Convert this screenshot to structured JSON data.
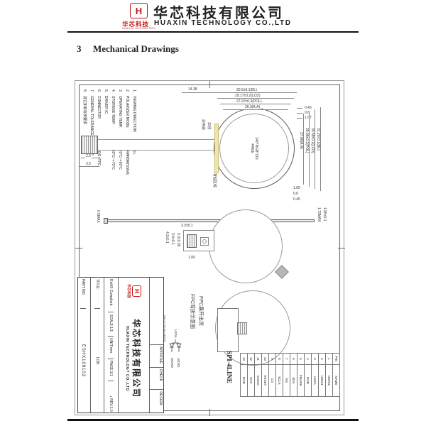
{
  "header": {
    "logo_letter": "H",
    "logo_caption": "华芯科技",
    "logo_tagline": "HUAXIN TECHNOLOGY",
    "company_cn": "华芯科技有限公司",
    "company_en": "HUAXIN TECHNOLOGY CO.,LTD"
  },
  "section": {
    "number": "3",
    "title": "Mechanical Drawings"
  },
  "notes": [
    {
      "no": "1.",
      "label": "VIEWING DIRECTION",
      "sep": ":",
      "value": "ALL"
    },
    {
      "no": "2.",
      "label": "POLARIZER MODE",
      "sep": ":",
      "value": "TRANSMISSIVE"
    },
    {
      "no": "3.",
      "label": "OPERATING TEMP.",
      "sep": ":",
      "value": "-20°C~+60°C"
    },
    {
      "no": "4.",
      "label": "STORAGE TEMP.",
      "sep": ":",
      "value": "-30°C~+70°C"
    },
    {
      "no": "5.",
      "label": "DRIVER IC",
      "sep": ":",
      "value": ""
    },
    {
      "no": "6.",
      "label": "CONNECTOR",
      "sep": ":",
      "value": "COG+FPC"
    },
    {
      "no": "7.",
      "label": "GENERAL TOLERANCE",
      "sep": ":",
      "value": "±0.2"
    },
    {
      "no": "8.",
      "label": "其它如有标准要求.",
      "sep": "",
      "value": ""
    }
  ],
  "front_view": {
    "center_text_line1": "240*RGB*216",
    "center_text_line2": "FREE",
    "top_dims": [
      "30.5±0.1(BL)",
      "29.17±0.2(LCD)",
      "27.97±0.3(POL)",
      "26.3(A.A)"
    ],
    "left_dim": "14.38",
    "right_offset_dims": [
      "0.45",
      "0.6",
      "1.67"
    ],
    "side_dims": [
      "31.29±0.1(BL)",
      "30.58±0.2(LCD)",
      "28.98±0.2(POL)",
      "27.86(A.A)"
    ],
    "bottom_offset_dims": [
      "1.05",
      "0.6",
      "0.45"
    ],
    "fpc_dims": [
      "2.0",
      "3.5"
    ],
    "label_white_base": "白色底",
    "label_white_line": "白线",
    "label_adhesive_area": "背贴区域"
  },
  "side_view": {
    "thickness_dim": "0.5MAX",
    "right_dims": [
      "1.70MAX",
      "1.85±0.1"
    ]
  },
  "back_view": {
    "dim_top": "2.3±0.1",
    "dims_left": [
      "4.2±0.1",
      "3.6±0.1",
      "0.3±0.05"
    ],
    "dim_bottom": "1.00"
  },
  "folded_view": {
    "caption_line1": "FPC弯折示意图",
    "caption_line2": "FPC展开出货"
  },
  "backlight": {
    "title": "LED BACKLIGHT CIRCUIT DIAGRAM",
    "spec": "VF=3.2V IF=40mA",
    "anode": "LEDA",
    "cathode1": "LEDK1",
    "cathode2": "LEDK2"
  },
  "interface_label": "SPI-4LINE",
  "pin_table": {
    "col_pin": "PIN",
    "col_name": "NAME",
    "rows": [
      {
        "pin": "1",
        "name": "LEDK2"
      },
      {
        "pin": "2",
        "name": "LEDK1"
      },
      {
        "pin": "3",
        "name": "LEDA"
      },
      {
        "pin": "4",
        "name": "GND"
      },
      {
        "pin": "5",
        "name": "FMARK"
      },
      {
        "pin": "6",
        "name": "SDA"
      },
      {
        "pin": "7",
        "name": "RS"
      },
      {
        "pin": "8",
        "name": "SCLK"
      },
      {
        "pin": "9",
        "name": "CS"
      },
      {
        "pin": "10",
        "name": "RESET"
      },
      {
        "pin": "11",
        "name": "IOVCC"
      },
      {
        "pin": "12",
        "name": "VCC"
      },
      {
        "pin": "13",
        "name": "GND"
      }
    ]
  },
  "title_block": {
    "approve": "APPROVE",
    "check": "CHECK",
    "design": "DESIGN",
    "logo_caption": "华芯科技",
    "company_cn": "华芯科技有限公司",
    "company_en": "HUAXIN TECHNOLOGY CO.,LTD",
    "rohs": "RoHS Compliant",
    "scale": "SCALE:1/1",
    "unit": "UNIT:mm",
    "page": "PAGE:1/1",
    "rev": "REV:1.0",
    "title_label": "TITLE:",
    "title_value": "LCM",
    "part_label": "PART NO.",
    "part_value": "ESHX108102"
  },
  "colors": {
    "accent_red": "#c41414",
    "fpc_yellow": "#efe5a5"
  }
}
